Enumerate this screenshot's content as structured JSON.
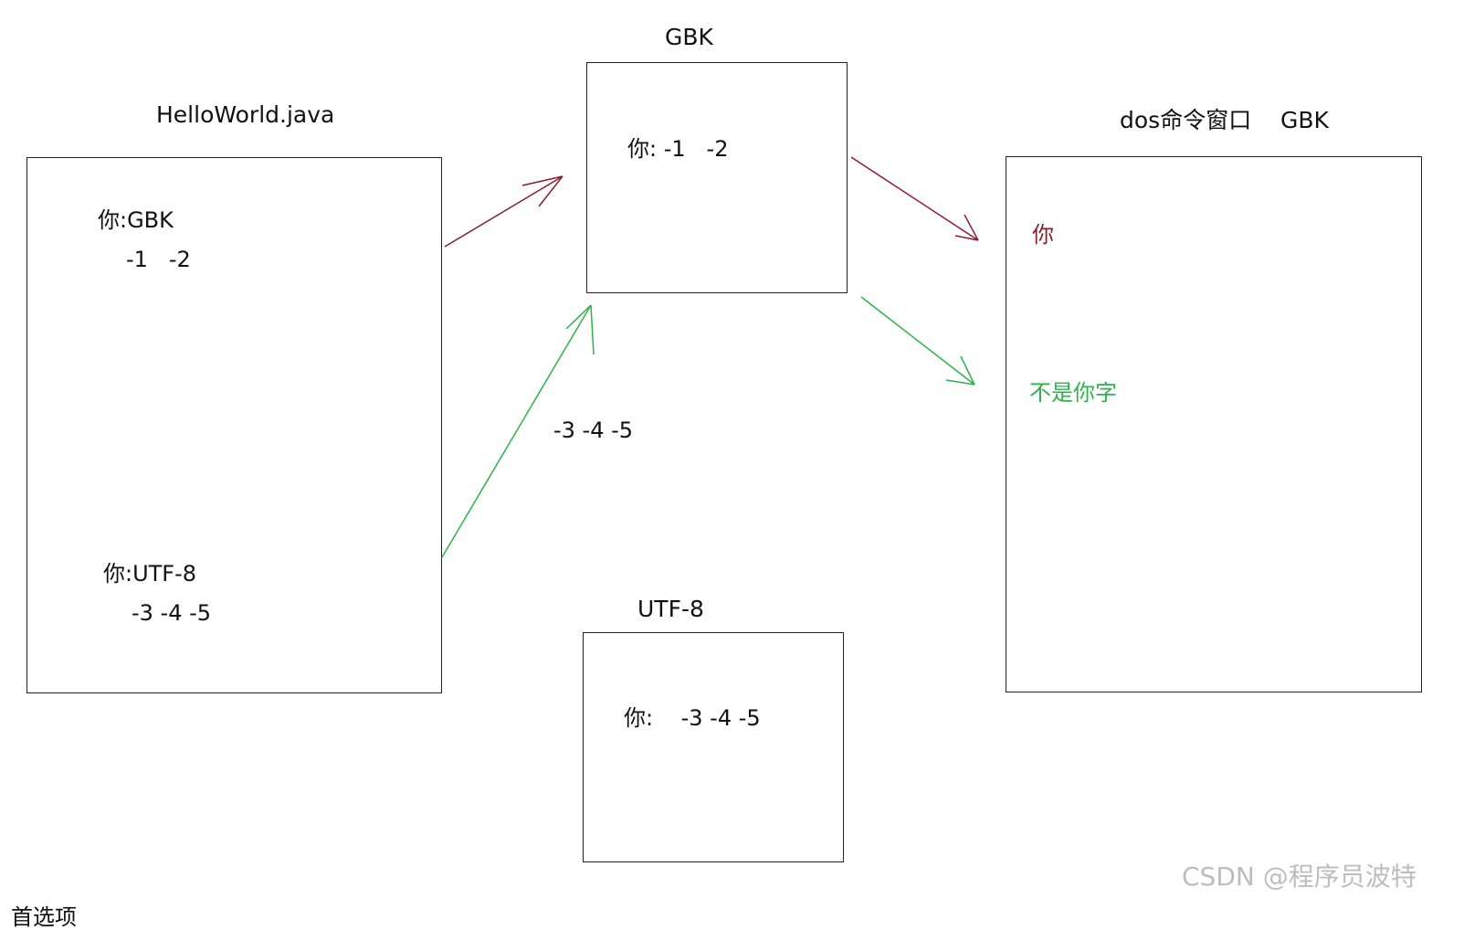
{
  "colors": {
    "gbk_arrow": "#8b1e2e",
    "utf8_arrow": "#2db34a",
    "box_border": "#222222",
    "text": "#111111",
    "watermark": "#bdbdbd"
  },
  "source_file": {
    "title": "HelloWorld.java",
    "gbk_char": "你:GBK",
    "gbk_bytes": "-1   -2",
    "utf8_char": "你:UTF-8",
    "utf8_bytes": "-3 -4 -5"
  },
  "gbk_table": {
    "title": "GBK",
    "entry": "你: -1   -2"
  },
  "utf8_table": {
    "title": "UTF-8",
    "entry": "你:    -3 -4 -5"
  },
  "flow_label": "-3 -4 -5",
  "dos_window": {
    "title": "dos命令窗口    GBK",
    "correct_output": "你",
    "wrong_output": "不是你字"
  },
  "watermark": "CSDN @程序员波特",
  "cutoff_text": "首选项"
}
